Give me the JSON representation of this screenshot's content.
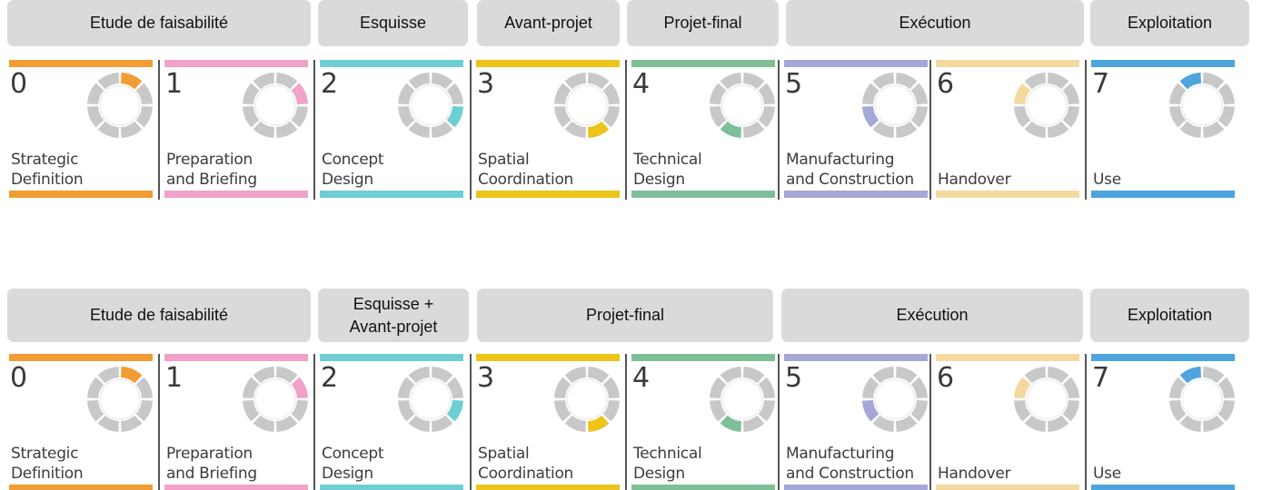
{
  "rows": [
    {
      "phases": [
        {
          "label": "Etude de faisabilité"
        },
        {
          "label": "Esquisse"
        },
        {
          "label": "Avant-projet"
        },
        {
          "label": "Projet-final"
        },
        {
          "label": "Exécution"
        },
        {
          "label": "Exploitation"
        }
      ]
    },
    {
      "phases": [
        {
          "label": "Etude de faisabilité"
        },
        {
          "label": "Esquisse +\nAvant-projet"
        },
        {
          "label": "Projet-final"
        },
        {
          "label": "Exécution"
        },
        {
          "label": "Exploitation"
        }
      ]
    }
  ],
  "stages": [
    {
      "number": "0",
      "line1": "Strategic",
      "line2": "Definition",
      "color": "#f39c33"
    },
    {
      "number": "1",
      "line1": "Preparation",
      "line2": "and Briefing",
      "color": "#f0a2c8"
    },
    {
      "number": "2",
      "line1": "Concept",
      "line2": "Design",
      "color": "#6dcfd3"
    },
    {
      "number": "3",
      "line1": "Spatial",
      "line2": "Coordination",
      "color": "#ecc41a"
    },
    {
      "number": "4",
      "line1": "Technical",
      "line2": "Design",
      "color": "#7fbf98"
    },
    {
      "number": "5",
      "line1": "Manufacturing",
      "line2": "and Construction",
      "color": "#a5a7d6"
    },
    {
      "number": "6",
      "line1": "",
      "line2": "Handover",
      "color": "#f4d99f"
    },
    {
      "number": "7",
      "line1": "",
      "line2": "Use",
      "color": "#4ea4dc"
    }
  ]
}
